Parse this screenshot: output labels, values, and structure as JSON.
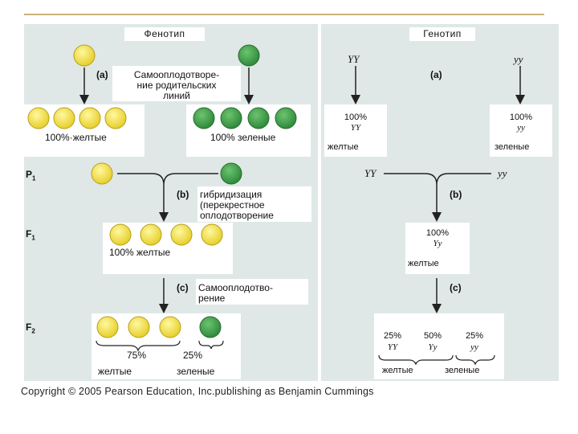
{
  "phenotype_header": "Фенотип",
  "genotype_header": "Генотип",
  "generations": {
    "p1": "P",
    "f1": "F",
    "f2": "F",
    "p1_sub": "1",
    "f1_sub": "1",
    "f2_sub": "2"
  },
  "phenotype": {
    "step_a_mark": "(a)",
    "step_a_text": "Самооплодотворе-\nние родительских\nлиний",
    "yellow_100": "100%·желтые",
    "green_100": "100% зеленые",
    "step_b_mark": "(b)",
    "step_b_text": "гибридизация\n(перекрестное\nоплодотворение",
    "f1_yellow_100": "100% желтые",
    "step_c_mark": "(c)",
    "step_c_text": "Самооплодотво-\nрение",
    "f2_yellow_pct": "75%",
    "f2_yellow_label": "желтые",
    "f2_green_pct": "25%",
    "f2_green_label": "зеленые"
  },
  "genotype": {
    "parent_left": "YY",
    "parent_right": "yy",
    "step_a_mark": "(a)",
    "left_pct": "100%",
    "left_geno": "YY",
    "left_label": "желтые",
    "right_pct": "100%",
    "right_geno": "yy",
    "right_label": "зеленые",
    "cross_left": "YY",
    "cross_right": "yy",
    "step_b_mark": "(b)",
    "f1_pct": "100%",
    "f1_geno": "Yy",
    "f1_label": "желтые",
    "step_c_mark": "(c)",
    "f2_pct_yy_dom": "25%",
    "f2_geno_yy_dom": "YY",
    "f2_pct_het": "50%",
    "f2_geno_het": "Yy",
    "f2_pct_yy_rec": "25%",
    "f2_geno_yy_rec": "yy",
    "f2_yellow_label": "желтые",
    "f2_green_label": "зеленые"
  },
  "copyright": "Copyright © 2005 Pearson Education, Inc.publishing as Benjamin Cummings",
  "colors": {
    "yellow_pea": "#f2e24a",
    "green_pea": "#3f9a4a",
    "panel": "#dfe8e6"
  }
}
